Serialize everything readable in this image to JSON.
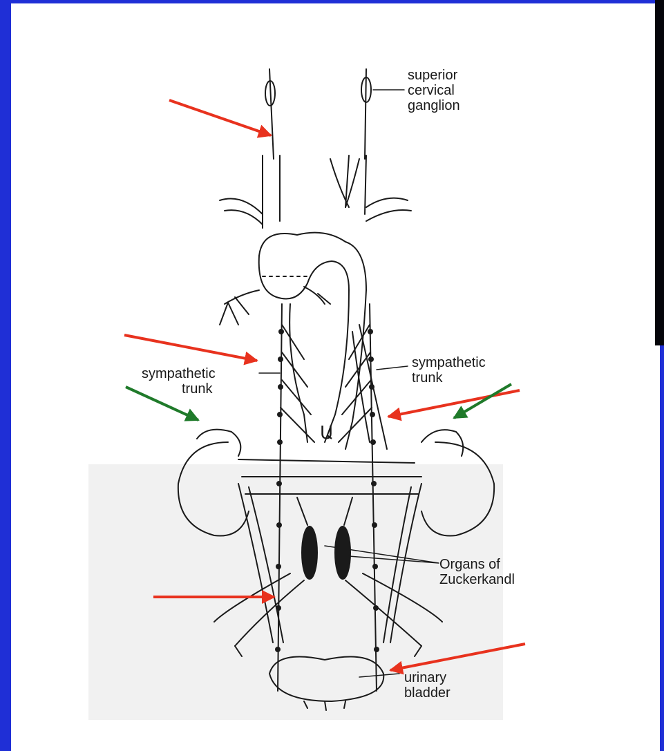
{
  "labels": {
    "superior_cervical_ganglion": [
      "superior",
      "cervical",
      "ganglion"
    ],
    "sympathetic_trunk_left": [
      "sympathetic",
      "trunk"
    ],
    "sympathetic_trunk_right": [
      "sympathetic",
      "trunk"
    ],
    "organs_of_zuckerkandl": [
      "Organs of",
      "Zuckerkandl"
    ],
    "urinary_bladder": [
      "urinary",
      "bladder"
    ]
  },
  "colors": {
    "slide_border": "#1f2fd6",
    "red_arrow": "#e8321e",
    "green_arrow": "#1f7a2a",
    "ink": "#1a1a1a"
  }
}
